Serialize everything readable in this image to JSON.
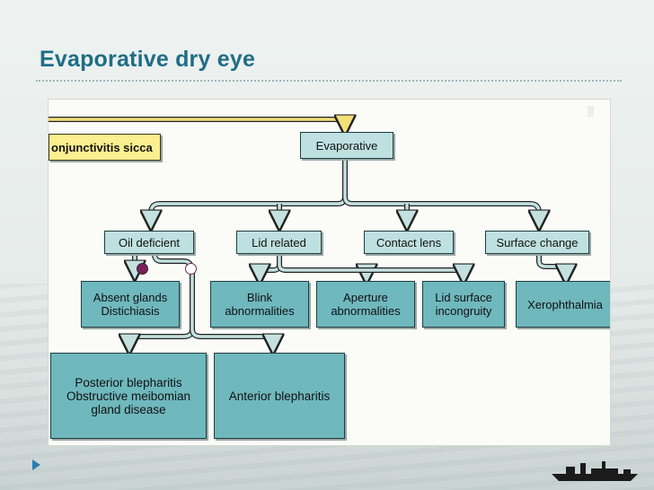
{
  "slide": {
    "title": "Evaporative dry eye"
  },
  "diagram": {
    "nodes": {
      "kcs": "onjunctivitis sicca",
      "evaporative": "Evaporative",
      "oil": "Oil deficient",
      "lid": "Lid related",
      "contact": "Contact lens",
      "surface": "Surface change",
      "absent": "Absent glands\nDistichiasis",
      "blink": "Blink\nabnormalities",
      "aperture": "Aperture\nabnormalities",
      "lidsurface": "Lid surface\nincongruity",
      "xero": "Xerophthalmia",
      "posterior": "Posterior blepharitis\nObstructive meibomian\ngland disease",
      "anterior": "Anterior blepharitis"
    },
    "colors": {
      "box_fill": "#6fb8bd",
      "box_fill_light": "#bfe0e0",
      "highlight_fill": "#fbef8f",
      "arrow_fill": "#c4e1e0",
      "marker_filled": "#7b1e5a",
      "marker_hollow": "#ffffff"
    }
  },
  "theme": {
    "title_color": "#1f6d86",
    "nav_arrow_icon": "play-triangle-icon",
    "footer_icon": "ship-silhouette-icon"
  }
}
